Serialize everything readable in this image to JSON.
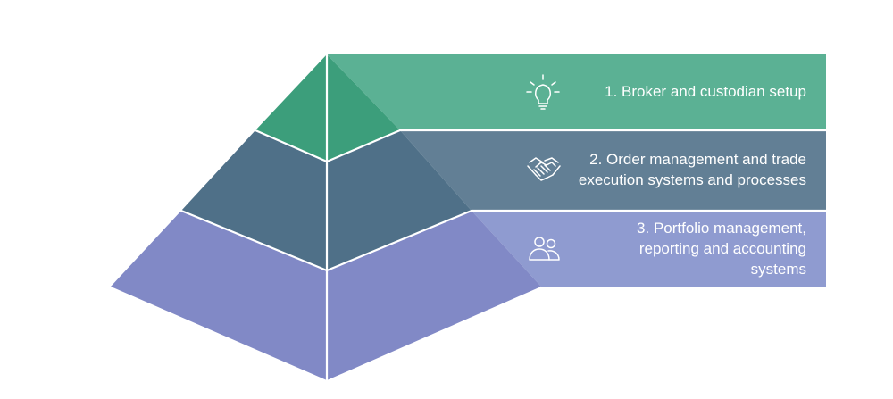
{
  "diagram": {
    "layers": [
      {
        "id": "broker",
        "lines": [
          "1. Broker and custodian setup"
        ],
        "icon": "lightbulb-icon",
        "band_color": "#5bb194",
        "face_left_color": "#3c9e7b",
        "face_right_color": "#3c9e7b"
      },
      {
        "id": "order",
        "lines": [
          "2. Order management and trade",
          "execution systems and processes"
        ],
        "icon": "handshake-icon",
        "band_color": "#627f95",
        "face_left_color": "#4f7088",
        "face_right_color": "#4f7088"
      },
      {
        "id": "portfolio",
        "lines": [
          "3. Portfolio management,",
          "reporting and accounting",
          "systems"
        ],
        "icon": "users-icon",
        "band_color": "#8f9bd0",
        "face_left_color": "#8189c6",
        "face_right_color": "#8189c6"
      }
    ]
  }
}
